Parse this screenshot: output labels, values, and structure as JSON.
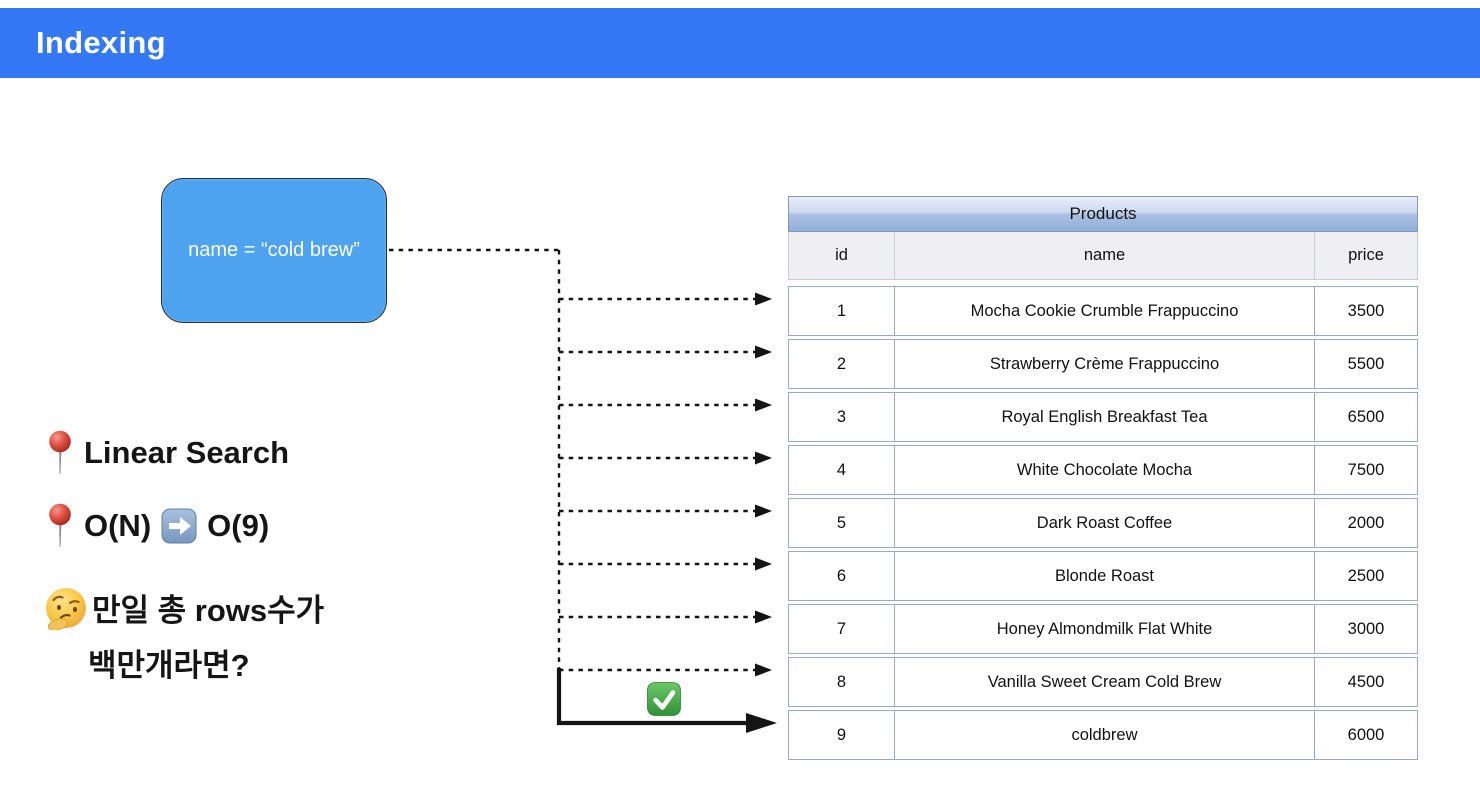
{
  "header": {
    "title": "Indexing"
  },
  "query_box": {
    "label": "name = “cold brew”"
  },
  "notes": {
    "linear_search": "Linear Search",
    "complexity_left": "O(N)",
    "complexity_right": "O(9)",
    "question_line1": "만일 총 rows수가",
    "question_line2": "백만개라면?"
  },
  "icons": {
    "bullet": "round-pushpin",
    "complexity_arrow": "arrow-right",
    "question": "thinking-face",
    "match": "check-mark-button"
  },
  "table": {
    "title": "Products",
    "columns": [
      "id",
      "name",
      "price"
    ],
    "rows": [
      [
        "1",
        "Mocha Cookie Crumble Frappuccino",
        "3500"
      ],
      [
        "2",
        "Strawberry Crème Frappuccino",
        "5500"
      ],
      [
        "3",
        "Royal English Breakfast Tea",
        "6500"
      ],
      [
        "4",
        "White Chocolate Mocha",
        "7500"
      ],
      [
        "5",
        "Dark Roast Coffee",
        "2000"
      ],
      [
        "6",
        "Blonde Roast",
        "2500"
      ],
      [
        "7",
        "Honey Almondmilk Flat White",
        "3000"
      ],
      [
        "8",
        "Vanilla Sweet Cream Cold Brew",
        "4500"
      ],
      [
        "9",
        "coldbrew",
        "6000"
      ]
    ]
  },
  "colors": {
    "header_bar": "#3478F5",
    "query_box_fill": "#4DA3F0",
    "cell_border": "#96A9CF",
    "arrow_black": "#141414"
  }
}
